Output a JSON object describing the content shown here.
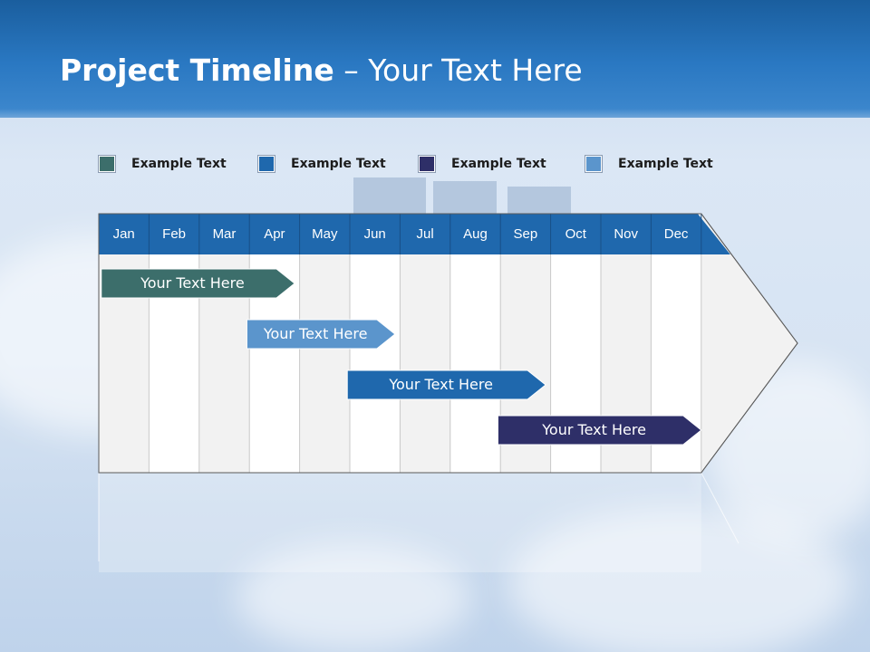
{
  "slide": {
    "title_bold": "Project Timeline",
    "title_rest": " – Your Text Here"
  },
  "legend": [
    {
      "label": "Example Text",
      "color": "#3c6e6b"
    },
    {
      "label": "Example Text",
      "color": "#1f68ad"
    },
    {
      "label": "Example Text",
      "color": "#2e2f68"
    },
    {
      "label": "Example Text",
      "color": "#5b95cc"
    }
  ],
  "months": [
    "Jan",
    "Feb",
    "Mar",
    "Apr",
    "May",
    "Jun",
    "Jul",
    "Aug",
    "Sep",
    "Oct",
    "Nov",
    "Dec"
  ],
  "colors": {
    "header": "#1f68ad",
    "col_shade": "#f2f2f2",
    "col_white": "#ffffff",
    "grid_line": "#c8c8c8"
  },
  "tasks": [
    {
      "label": "Your  Text Here",
      "start": 0.05,
      "end": 3.9,
      "color": "#3c6e6b",
      "row": 0
    },
    {
      "label": "Your  Text Here",
      "start": 2.95,
      "end": 5.9,
      "color": "#5b95cc",
      "row": 1
    },
    {
      "label": "Your  Text Here",
      "start": 4.95,
      "end": 8.9,
      "color": "#1f68ad",
      "row": 2
    },
    {
      "label": "Your  Text Here",
      "start": 7.95,
      "end": 12.0,
      "color": "#2e2f68",
      "row": 3
    }
  ]
}
